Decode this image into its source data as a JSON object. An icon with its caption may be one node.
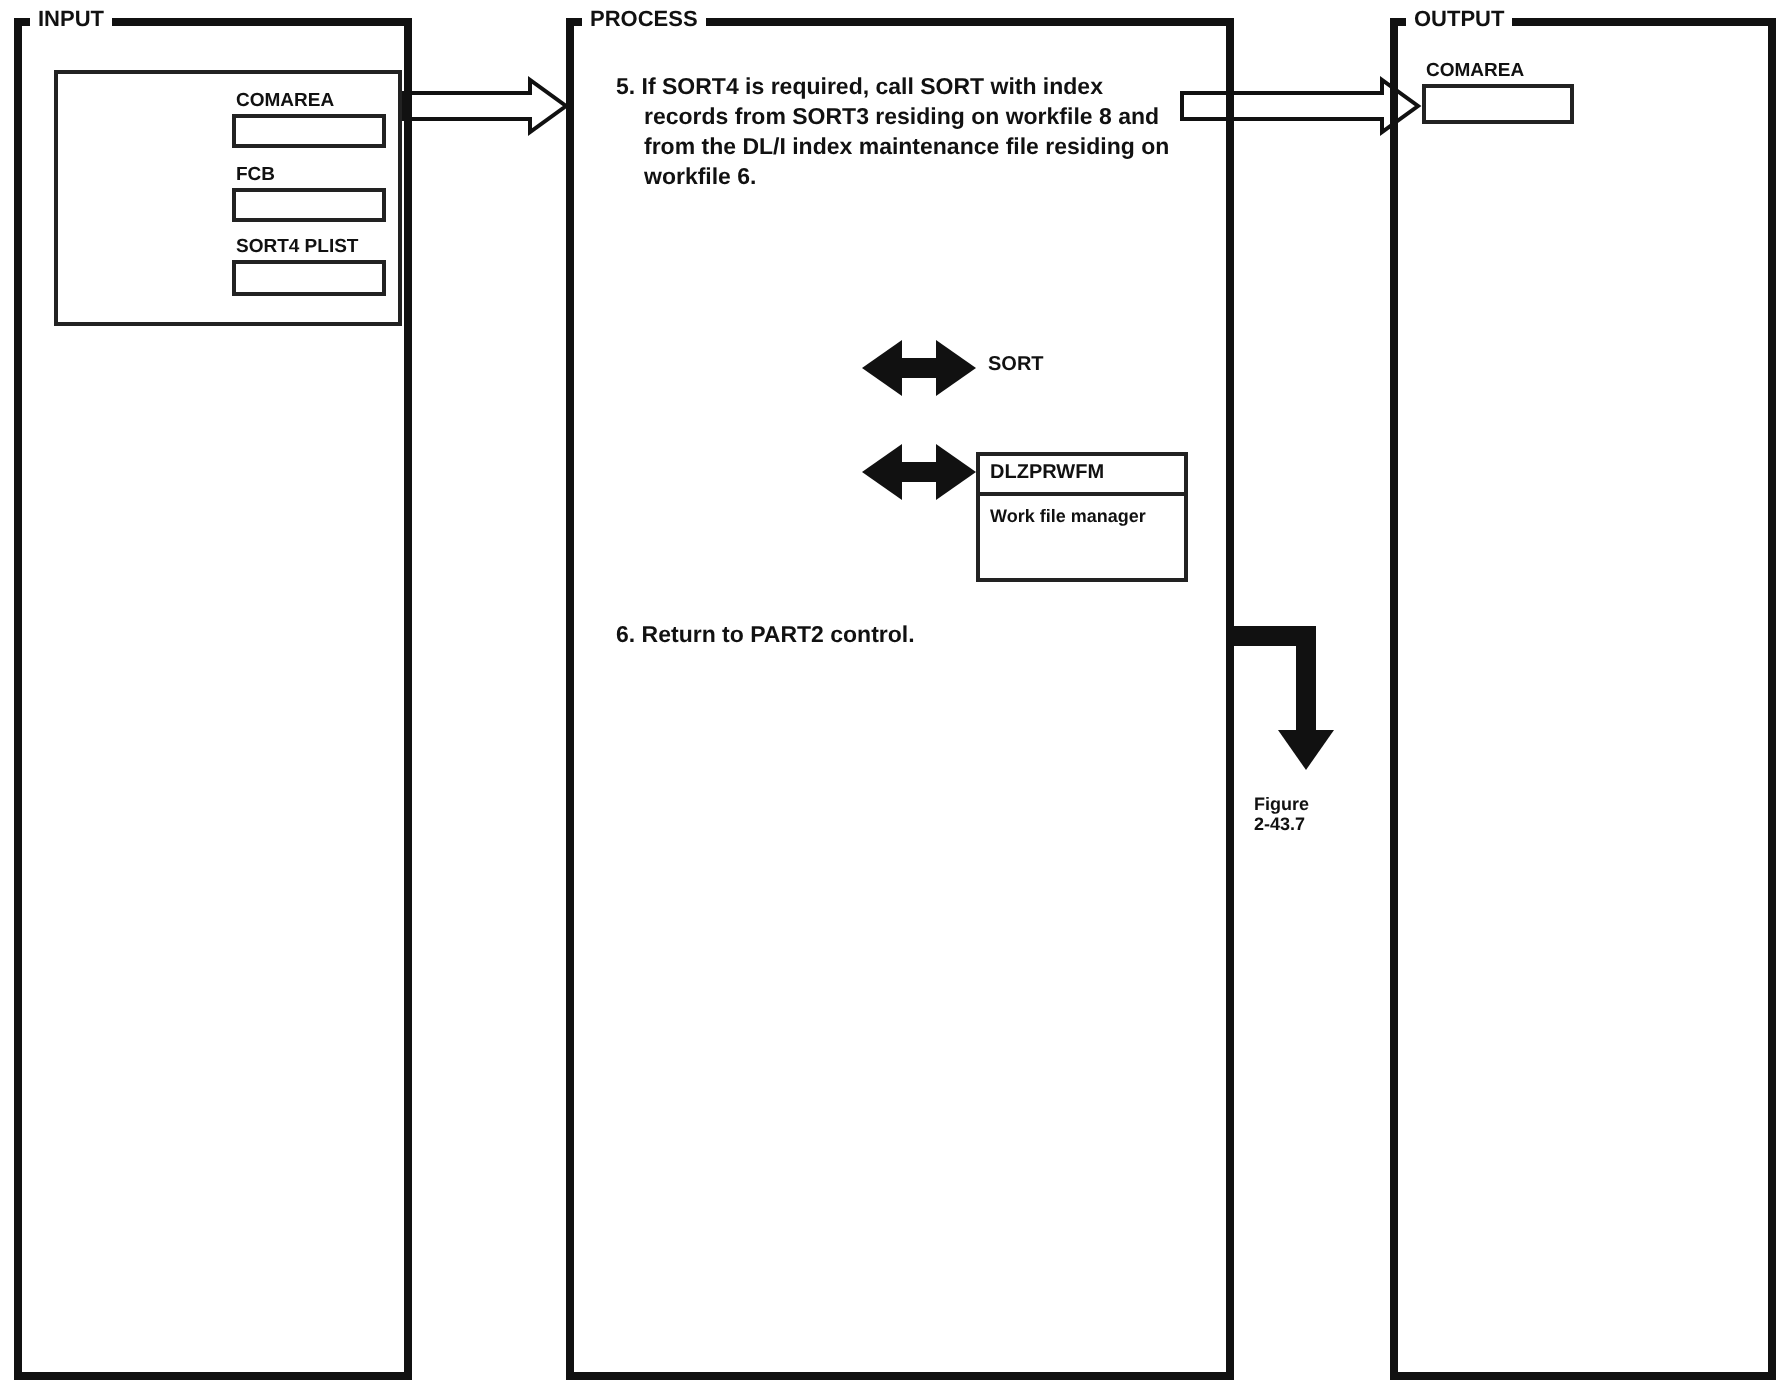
{
  "diagram": {
    "nodes": [
      {
        "text": [
          "INPUT"
        ]
      },
      {
        "text": [],
        "shape": "box",
        "in": 0
      },
      {
        "text": [
          "COMAREA"
        ],
        "in": 1
      },
      {
        "text": [
          "FCB"
        ],
        "in": 1
      },
      {
        "text": [
          "SORT4 PLIST"
        ],
        "in": 1
      },
      {
        "text": [
          "PROCESS"
        ]
      },
      {
        "text": [
          "5. If SORT4 is required, call SORT with index records from SORT3 residing on workfile 8 and from the DL/I index maintenance file residing on workfile 6."
        ],
        "in": 5
      },
      {
        "text": [
          "SORT"
        ],
        "in": 5
      },
      {
        "text": [
          "DLZPRWFM",
          "Work file manager"
        ],
        "in": 5
      },
      {
        "text": [
          "6. Return to PART2 control."
        ],
        "in": 5
      },
      {
        "text": [
          "OUTPUT"
        ]
      },
      {
        "text": [
          "COMAREA"
        ],
        "in": 10
      },
      {
        "text": [
          "Figure 2-43.7"
        ]
      }
    ],
    "edges": [
      {
        "from": 1,
        "to": 5,
        "arrow": "to"
      },
      {
        "from": 6,
        "to": 11,
        "arrow": "to"
      },
      {
        "from": null,
        "to": 7,
        "arrow": "both"
      },
      {
        "from": null,
        "to": 8,
        "arrow": "both"
      },
      {
        "from": 5,
        "to": 12,
        "arrow": "to"
      }
    ]
  }
}
